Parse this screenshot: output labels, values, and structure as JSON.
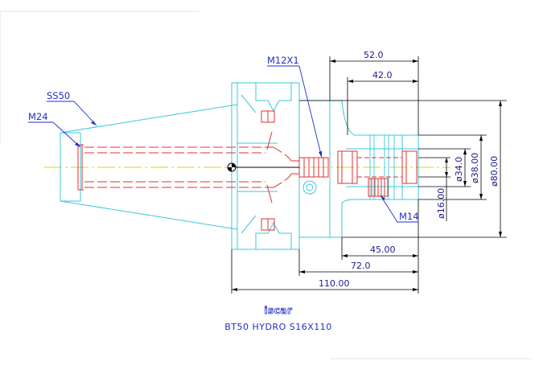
{
  "drawing": {
    "callouts": {
      "taper": "SS50",
      "thread_left": "M24",
      "thread_mid": "M12X1",
      "thread_right": "M14"
    },
    "dimensions": {
      "len_52": "52.0",
      "len_42": "42.0",
      "len_45": "45.00",
      "len_72": "72.0",
      "len_110": "110.00",
      "dia_16": "ø16.00",
      "dia_34": "ø34.0",
      "dia_38": "ø38.00",
      "dia_80": "ø80.00"
    },
    "brand": "iscar",
    "caption": "BT50 HYDRO S16X110"
  },
  "colors": {
    "outline": "#38c8d8",
    "hidden": "#e03030",
    "dim": "#1f2fc8",
    "centerline": "#e6d200"
  }
}
